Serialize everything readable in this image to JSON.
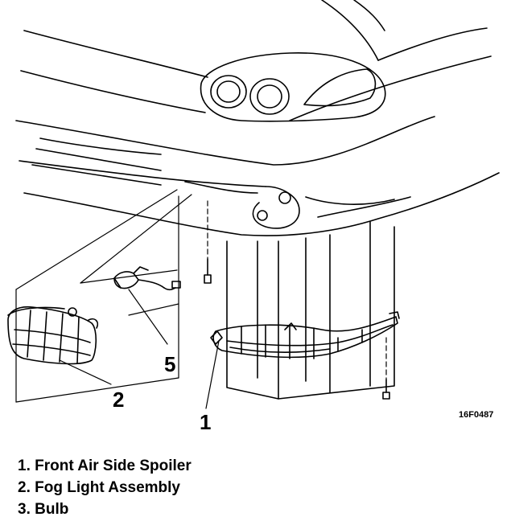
{
  "diagram": {
    "callouts": {
      "c1": "1",
      "c2": "2",
      "c5": "5"
    },
    "figure_code": "16F0487"
  },
  "legend": [
    "1. Front Air Side Spoiler",
    "2. Fog Light Assembly",
    "3. Bulb"
  ]
}
